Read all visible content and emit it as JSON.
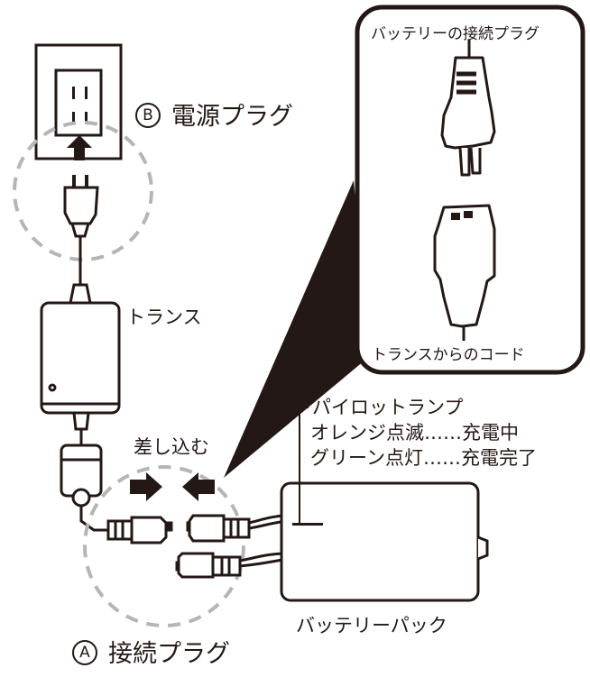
{
  "callout": {
    "top_label": "バッテリーの接続プラグ",
    "bottom_label": "トランスからのコード"
  },
  "outlet_plug": {
    "marker": "B",
    "label": "電源プラグ"
  },
  "transformer_label": "トランス",
  "insert_label": "差し込む",
  "pilot_lamp": {
    "title": "パイロットランプ",
    "orange_line": "オレンジ点滅……充電中",
    "green_line": "グリーン点灯……充電完了"
  },
  "battery_pack_label": "バッテリーパック",
  "connection_plug": {
    "marker": "A",
    "label": "接続プラグ"
  },
  "colors": {
    "line": "#231815",
    "dash": "#b5b5b5",
    "fill": "#ffffff"
  }
}
